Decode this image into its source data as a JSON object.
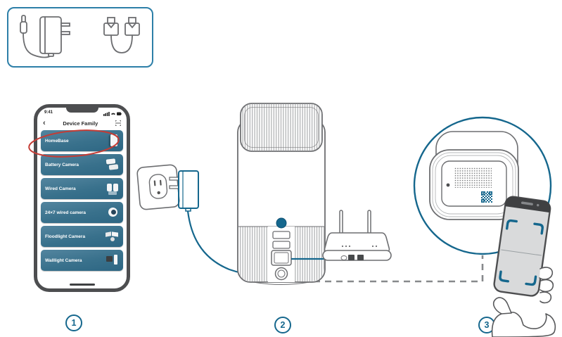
{
  "colors": {
    "accent_blue": "#15678d",
    "outline_gray": "#6d6e71",
    "dashed_gray": "#87898c",
    "red_circle": "#c43c35",
    "dark_gray": "#4d4e50",
    "app_item_blue_top": "#53859f",
    "app_item_blue_bottom": "#2d6683"
  },
  "parts_box": {
    "icons": [
      "power-adapter-icon",
      "ethernet-cable-icon"
    ]
  },
  "phone_app": {
    "status_bar": {
      "time": "9:41"
    },
    "header": {
      "back_icon": "‹",
      "title": "Device Family",
      "right_icon": "qr-scan-icon"
    },
    "items": [
      {
        "label": "HomeBase",
        "highlighted": true
      },
      {
        "label": "Battery Camera"
      },
      {
        "label": "Wired Camera"
      },
      {
        "label": "24×7 wired camera"
      },
      {
        "label": "Floodlight Camera"
      },
      {
        "label": "Walllight Camera"
      }
    ]
  },
  "steps": [
    {
      "number": "1",
      "description": "select-homebase-in-app"
    },
    {
      "number": "2",
      "description": "connect-power-and-router"
    },
    {
      "number": "3",
      "description": "scan-qr-code-on-bottom"
    }
  ],
  "diagram": {
    "step2_devices": [
      "wall-outlet",
      "power-adapter",
      "homebase-tower",
      "sync-button",
      "usb-ports",
      "ethernet-port",
      "power-port",
      "wifi-router"
    ],
    "step3_devices": [
      "homebase-bottom-view",
      "speaker-grille",
      "qr-code",
      "scanning-phone",
      "hand"
    ]
  }
}
